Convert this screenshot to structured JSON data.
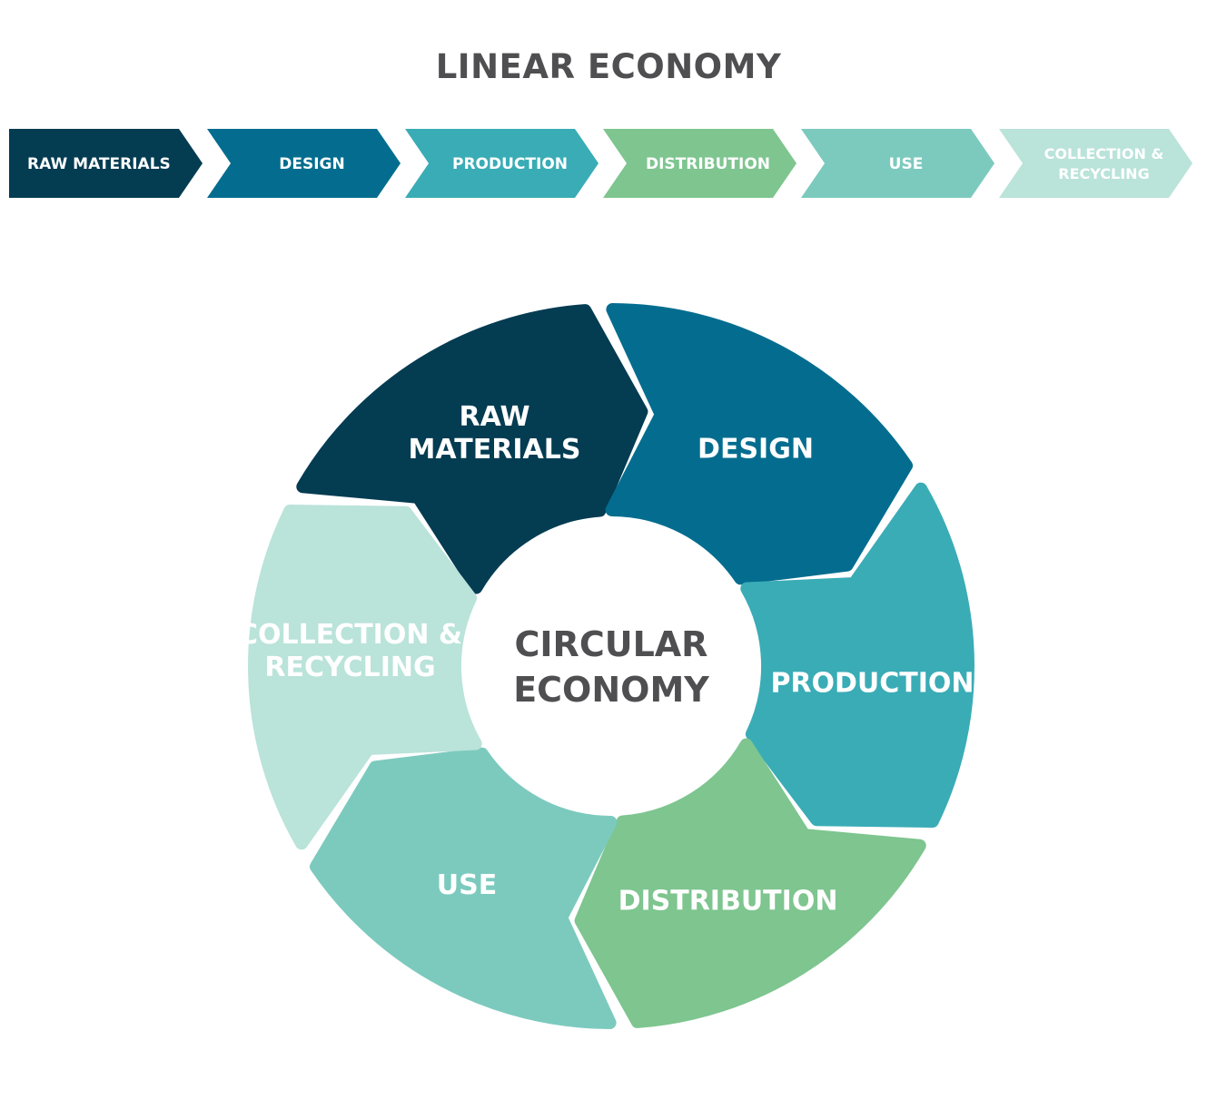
{
  "linear": {
    "title": "LINEAR ECONOMY",
    "steps": [
      {
        "lines": [
          "RAW MATERIALS"
        ],
        "color": "#043c52"
      },
      {
        "lines": [
          "DESIGN"
        ],
        "color": "#046d8f"
      },
      {
        "lines": [
          "PRODUCTION"
        ],
        "color": "#3aacb6"
      },
      {
        "lines": [
          "DISTRIBUTION"
        ],
        "color": "#7ec58f"
      },
      {
        "lines": [
          "USE"
        ],
        "color": "#7ccabe"
      },
      {
        "lines": [
          "COLLECTION &",
          "RECYCLING"
        ],
        "color": "#bae3da"
      }
    ]
  },
  "circular": {
    "center_lines": [
      "CIRCULAR",
      "ECONOMY"
    ],
    "segments": [
      {
        "lines": [
          "RAW",
          "MATERIALS"
        ],
        "color": "#043c52"
      },
      {
        "lines": [
          "DESIGN"
        ],
        "color": "#046d8f"
      },
      {
        "lines": [
          "PRODUCTION"
        ],
        "color": "#3aacb6"
      },
      {
        "lines": [
          "DISTRIBUTION"
        ],
        "color": "#7ec58f"
      },
      {
        "lines": [
          "USE"
        ],
        "color": "#7ccabe"
      },
      {
        "lines": [
          "COLLECTION &",
          "RECYCLING"
        ],
        "color": "#bae3da"
      }
    ]
  }
}
